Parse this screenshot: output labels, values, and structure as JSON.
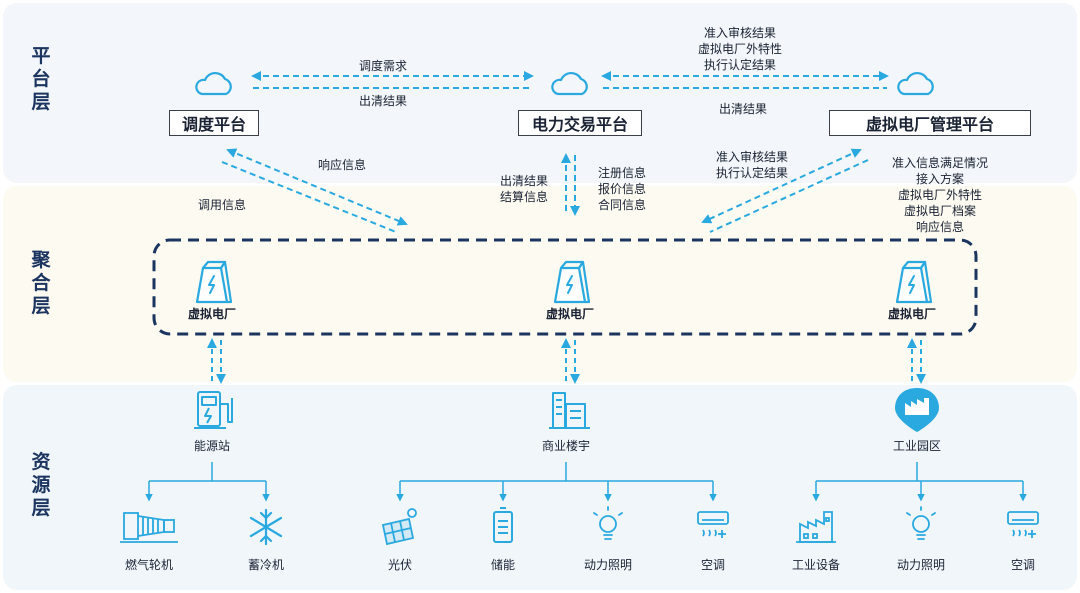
{
  "layers": {
    "platform": [
      "平",
      "台",
      "层"
    ],
    "aggregation": [
      "聚",
      "合",
      "层"
    ],
    "resource": [
      "资",
      "源",
      "层"
    ]
  },
  "platforms": {
    "dispatch": "调度平台",
    "trading": "电力交易平台",
    "vpp_mgmt": "虚拟电厂管理平台"
  },
  "flows": {
    "dispatch_demand": "调度需求",
    "clearing_result_left": "出清结果",
    "top_right": [
      "准入审核结果",
      "虚拟电厂外特性",
      "执行认定结果"
    ],
    "clearing_result_right": "出清结果",
    "response_info": "响应信息",
    "call_info": "调用信息",
    "clearing_settlement": [
      "出清结果",
      "结算信息"
    ],
    "register_info": [
      "注册信息",
      "报价信息",
      "合同信息"
    ],
    "admission_exec": [
      "准入审核结果",
      "执行认定结果"
    ],
    "vpp_upload": [
      "准入信息满足情况",
      "接入方案",
      "虚拟电厂外特性",
      "虚拟电厂档案",
      "响应信息"
    ]
  },
  "vpps": [
    "虚拟电厂",
    "虚拟电厂",
    "虚拟电厂"
  ],
  "resources": {
    "hubs": [
      "能源站",
      "商业楼宇",
      "工业园区"
    ],
    "leaves": [
      "燃气轮机",
      "蓄冷机",
      "光伏",
      "储能",
      "动力照明",
      "空调",
      "工业设备",
      "动力照明",
      "空调"
    ]
  },
  "colors": {
    "accent": "#29a9e0",
    "dark_navy": "#1c3560"
  }
}
